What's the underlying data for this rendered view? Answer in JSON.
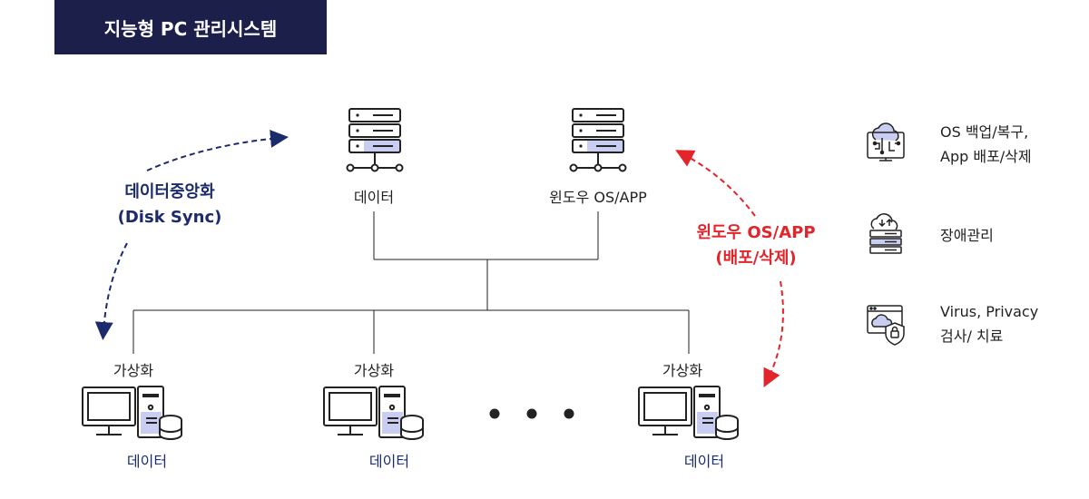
{
  "header": {
    "title": "지능형 PC 관리시스템"
  },
  "servers": [
    {
      "label": "데이터",
      "icon": "server-icon"
    },
    {
      "label": "윈도우 OS/APP",
      "icon": "server-icon"
    }
  ],
  "sync_annotation": {
    "line1": "데이터중앙화",
    "line2": "(Disk Sync)"
  },
  "deploy_annotation": {
    "line1": "윈도우 OS/APP",
    "line2": "(배포/삭제)"
  },
  "clients": [
    {
      "top_label": "가상화",
      "bottom_label": "데이터"
    },
    {
      "top_label": "가상화",
      "bottom_label": "데이터"
    },
    {
      "top_label": "가상화",
      "bottom_label": "데이터"
    }
  ],
  "legend": [
    {
      "icon": "cloud-monitor-icon",
      "line1": "OS 백업/복구,",
      "line2": "App 배포/삭제"
    },
    {
      "icon": "cloud-server-icon",
      "line1": "장애관리",
      "line2": ""
    },
    {
      "icon": "security-shield-icon",
      "line1": "Virus, Privacy",
      "line2": "검사/ 치료"
    }
  ],
  "colors": {
    "title_bg": "#1b1f4a",
    "navy": "#1b2b6b",
    "red": "#e3242b",
    "accent_fill": "#c9cdf2"
  }
}
